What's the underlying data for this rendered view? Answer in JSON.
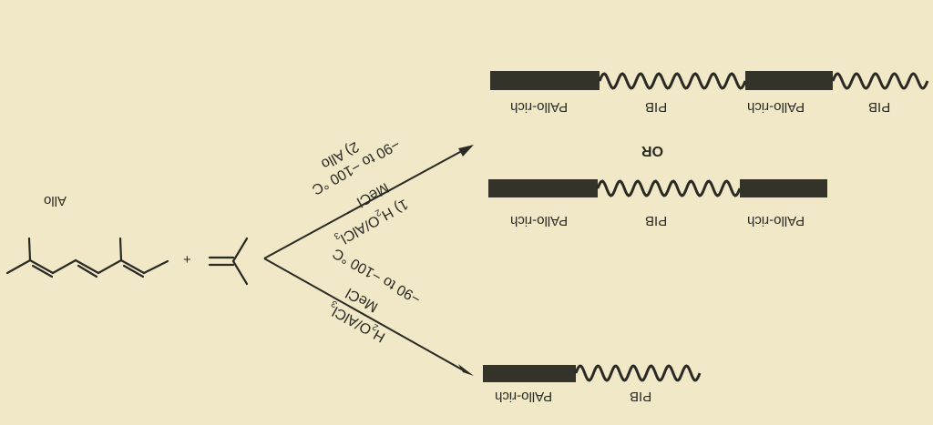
{
  "colors": {
    "background": "#f1e8c8",
    "ink": "#2a2a24",
    "block": "#33332a"
  },
  "monomer": {
    "allo_label": "Allo",
    "plus": "+"
  },
  "upper_conditions": {
    "line1": "2) Allo",
    "line2": "−90 to −100 °C",
    "line3": "MeCl",
    "line4_pre": "1) H",
    "line4_sub1": "2",
    "line4_mid": "O/AlCl",
    "line4_sub2": "3"
  },
  "lower_conditions": {
    "line1": "−90 to −100 °C",
    "line2": "MeCl",
    "line3_pre": "H",
    "line3_sub1": "2",
    "line3_mid": "O/AlCl",
    "line3_sub2": "3"
  },
  "product_top": {
    "labels": [
      "PAllo-rich",
      "PIB",
      "PAllo-rich",
      "PIB"
    ]
  },
  "or_label": "OR",
  "product_mid": {
    "labels": [
      "PAllo-rich",
      "PIB",
      "PAllo-rich"
    ]
  },
  "product_bottom": {
    "labels": [
      "PAllo-rich",
      "PIB"
    ]
  }
}
